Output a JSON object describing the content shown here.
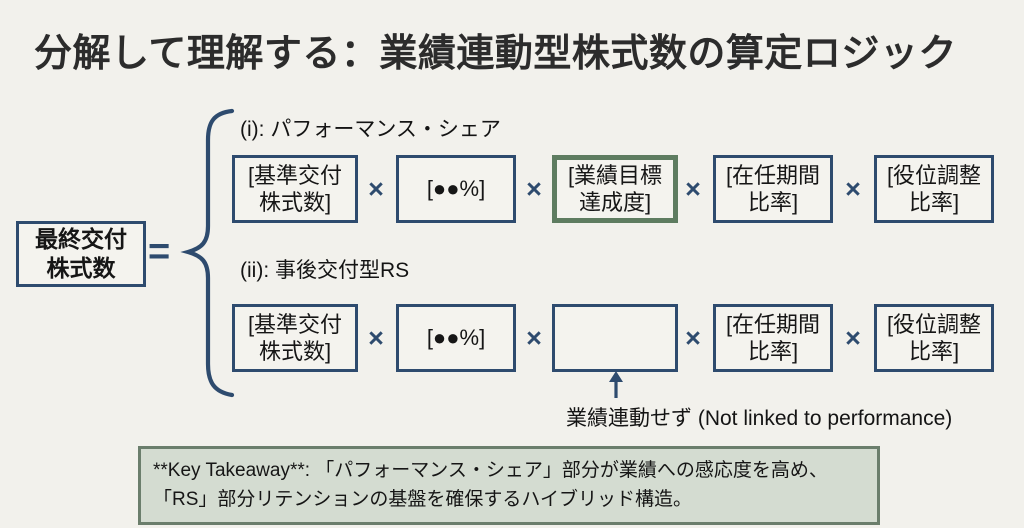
{
  "title": "分解して理解する：業績連動型株式数の算定ロジック",
  "formula": {
    "result_box": "最終交付\n株式数",
    "equals_sign": "=",
    "multiply_sign": "×"
  },
  "branches": [
    {
      "label": "(i): パフォーマンス・シェア",
      "boxes": [
        "[基準交付\n株式数]",
        "[●●%]",
        "[業績目標\n達成度]",
        "[在任期間\n比率]",
        "[役位調整\n比率]"
      ]
    },
    {
      "label": "(ii): 事後交付型RS",
      "boxes": [
        "[基準交付\n株式数]",
        "[●●%]",
        "",
        "[在任期間\n比率]",
        "[役位調整\n比率]"
      ]
    }
  ],
  "annotation": "業績連動せず (Not linked to performance)",
  "takeaway": "**Key Takeaway**: 「パフォーマンス・シェア」部分が業績への感応度を高め、「RS」部分リテンションの基盤を確保するハイブリッド構造。",
  "colors": {
    "background": "#f2f1ec",
    "navy": "#2e4b6e",
    "green": "#5e7c60",
    "takeaway_bg": "#d4dcd1",
    "takeaway_border": "#6b7e6c"
  }
}
